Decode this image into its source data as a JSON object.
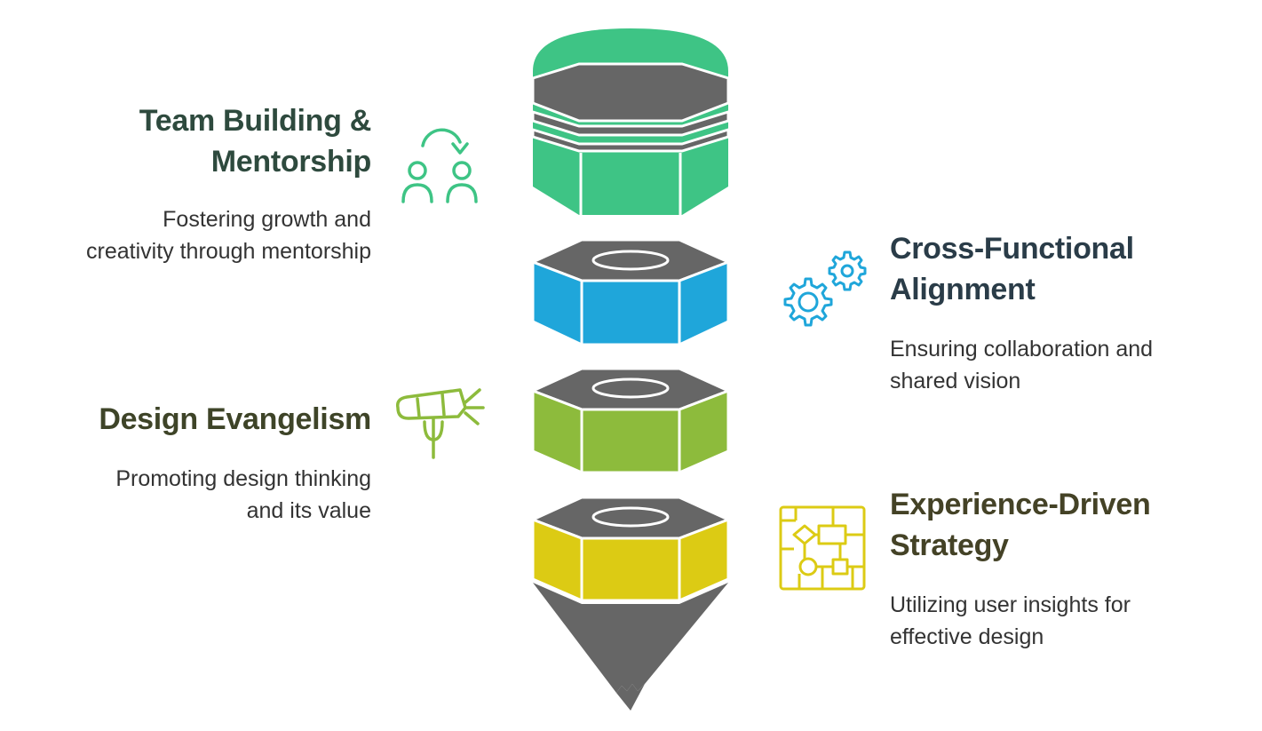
{
  "colors": {
    "top": "#3EC485",
    "cross": "#1FA6DA",
    "design": "#8DBB3C",
    "experience": "#DCCB14",
    "gray": "#666666",
    "text_team": "#2E4A3E",
    "text_cross": "#2A3C48",
    "text_design": "#3E4428",
    "text_experience": "#444226",
    "desc_team": "#333333"
  },
  "items": {
    "team": {
      "title_line1": "Team Building &",
      "title_line2": "Mentorship",
      "desc_line1": "Fostering growth and",
      "desc_line2": "creativity through mentorship",
      "icon": "mentorship-people-icon"
    },
    "cross": {
      "title_line1": "Cross-Functional",
      "title_line2": "Alignment",
      "desc_line1": "Ensuring collaboration and",
      "desc_line2": "shared vision",
      "icon": "gears-icon"
    },
    "design": {
      "title_line1": "Design Evangelism",
      "desc_line1": "Promoting design thinking",
      "desc_line2": "and its value",
      "icon": "megaphone-carrot-icon"
    },
    "experience": {
      "title_line1": "Experience-Driven",
      "title_line2": "Strategy",
      "desc_line1": "Utilizing user insights for",
      "desc_line2": "effective design",
      "icon": "flowchart-strategy-icon"
    }
  }
}
